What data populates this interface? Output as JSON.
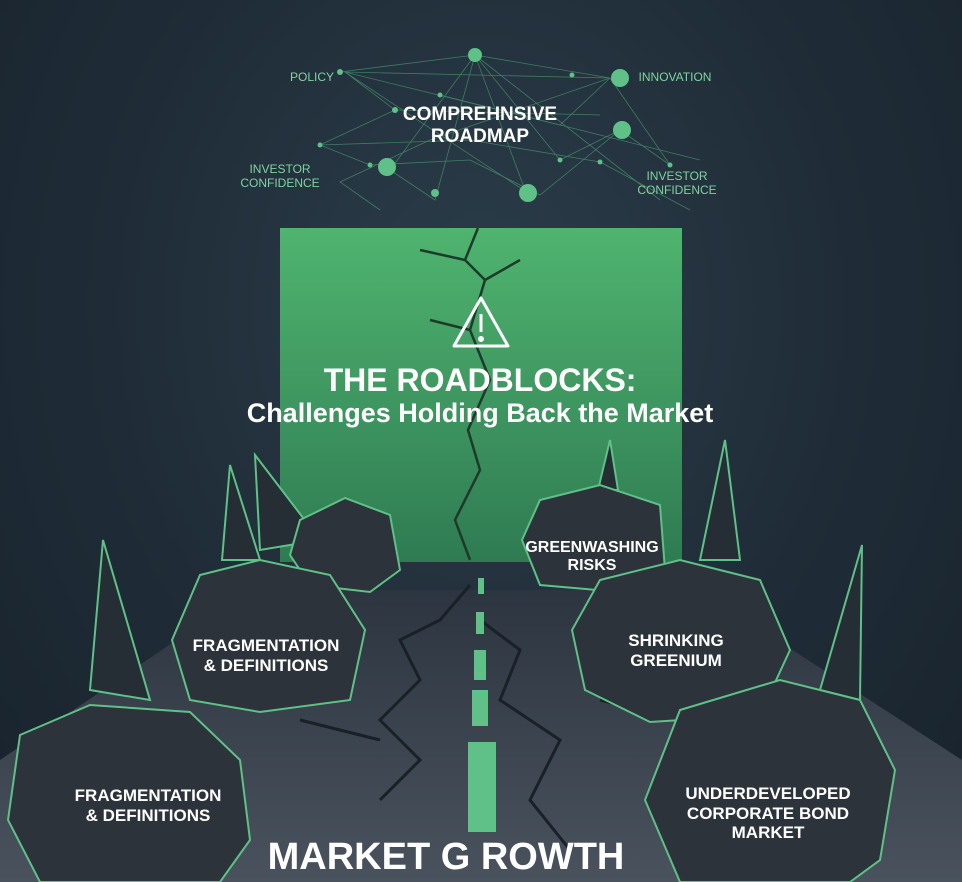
{
  "network": {
    "title_line1": "COMPREHNSIVE",
    "title_line2": "ROADMAP",
    "nodes": {
      "policy": "POLICY",
      "innovation": "INNOVATION",
      "investor_left_1": "INVESTOR",
      "investor_left_2": "CONFIDENCE",
      "investor_right_1": "INVESTOR",
      "investor_right_2": "CONFIDENCE"
    }
  },
  "panel": {
    "title": "THE ROADBLOCKS:",
    "subtitle": "Challenges Holding Back the Market"
  },
  "rocks": {
    "frag_mid_1": "FRAGMENTATION",
    "frag_mid_2": "& DEFINITIONS",
    "frag_low_1": "FRAGMENTATION",
    "frag_low_2": "& DEFINITIONS",
    "green_1": "GREENWASHING",
    "green_2": "RISKS",
    "shrink_1": "SHRINKING",
    "shrink_2": "GREENIUM",
    "under_1": "UNDERDEVELOPED",
    "under_2": "CORPORATE BOND",
    "under_3": "MARKET"
  },
  "footer": {
    "label": "MARKET G ROWTH"
  },
  "colors": {
    "accent": "#5fc187",
    "panel": "#4caf6e",
    "rock": "#2c333b",
    "road": "#3d4652"
  }
}
